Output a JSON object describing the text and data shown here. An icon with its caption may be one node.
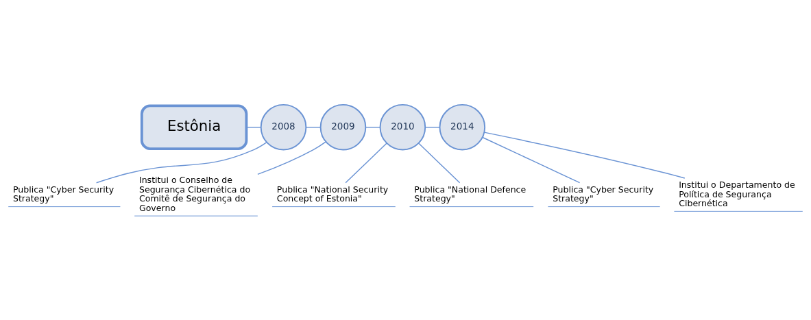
{
  "diagram": {
    "nodes": [
      {
        "text": [
          "Estônia"
        ]
      },
      {
        "text": [
          "2008"
        ]
      },
      {
        "text": [
          "2009"
        ]
      },
      {
        "text": [
          "2010"
        ]
      },
      {
        "text": [
          "2014"
        ]
      },
      {
        "text": [
          "Publica \"Cyber Security Strategy\""
        ]
      },
      {
        "text": [
          "Institui o Conselho de Segurança Cibernética do Comitê de Segurança do Governo"
        ]
      },
      {
        "text": [
          "Publica \"National Security Concept of Estonia\""
        ]
      },
      {
        "text": [
          "Publica \"National Defence Strategy\""
        ]
      },
      {
        "text": [
          "Publica \"Cyber Security Strategy\""
        ]
      },
      {
        "text": [
          "Institui o Departamento de Política de Segurança Cibernética"
        ]
      }
    ],
    "edges": [
      {
        "from": 0,
        "to": 1,
        "arrow": "none"
      },
      {
        "from": 1,
        "to": 2,
        "arrow": "none"
      },
      {
        "from": 2,
        "to": 3,
        "arrow": "none"
      },
      {
        "from": 3,
        "to": 4,
        "arrow": "none"
      },
      {
        "from": 1,
        "to": 5,
        "arrow": "none"
      },
      {
        "from": 2,
        "to": 6,
        "arrow": "none"
      },
      {
        "from": 3,
        "to": 7,
        "arrow": "none"
      },
      {
        "from": 3,
        "to": 8,
        "arrow": "none"
      },
      {
        "from": 4,
        "to": 9,
        "arrow": "none"
      },
      {
        "from": 4,
        "to": 10,
        "arrow": "none"
      }
    ]
  }
}
